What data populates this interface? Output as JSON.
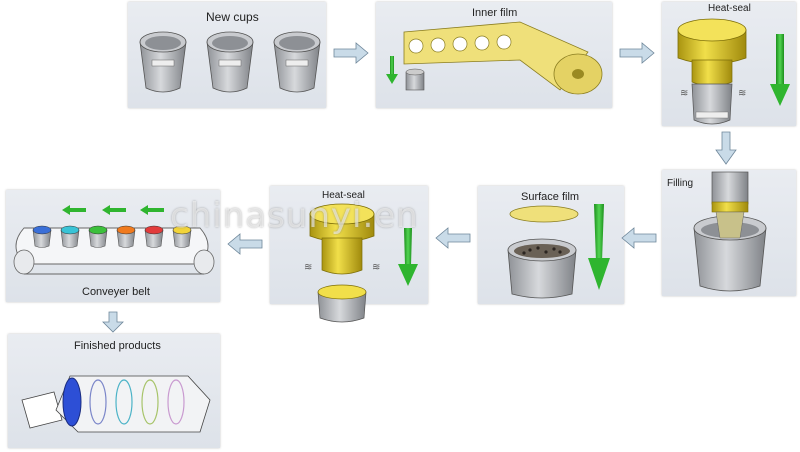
{
  "steps": {
    "new_cups": "New cups",
    "inner_film": "Inner film",
    "heat_seal_1": "Heat-seal",
    "filling": "Filling",
    "surface_film": "Surface film",
    "heat_seal_2": "Heat-seal",
    "conveyer_belt": "Conveyer belt",
    "finished_products": "Finished products"
  },
  "watermark": "chinasunyi.en",
  "colors": {
    "panel_bg": "#e3e7ed",
    "film_yellow": "#efe07a",
    "sealer_yellow": "#d8c41c",
    "cup_gray": "#b9bcc1",
    "arrow_green": "#2fb52f",
    "flow_arrow": "#9fb6c9"
  },
  "conveyor_cup_colors": [
    "#3a6fd8",
    "#39c3d6",
    "#3cc03c",
    "#f07a1e",
    "#e23b3b",
    "#f2d43a"
  ]
}
